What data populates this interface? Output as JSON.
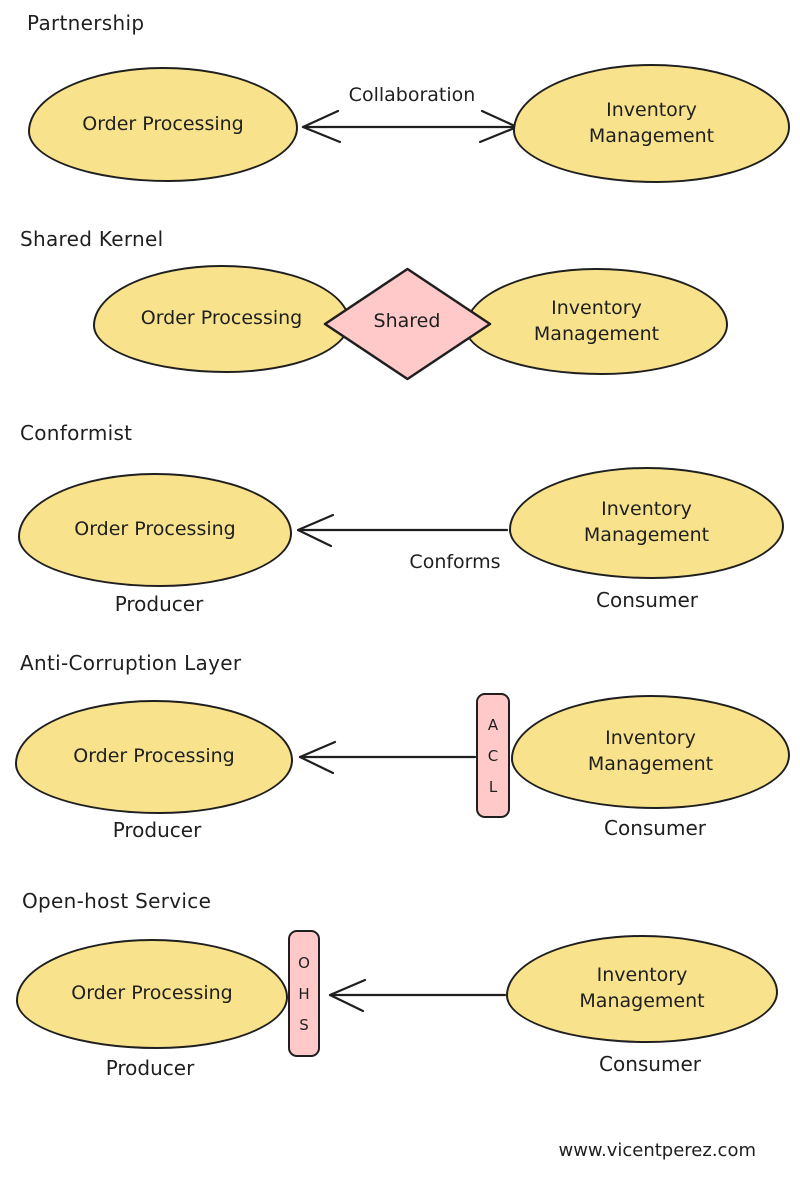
{
  "diagram": {
    "footer": "www.vicentperez.com"
  },
  "colors": {
    "context_fill": "#F8E38C",
    "gateway_fill": "#FFC9C9",
    "stroke": "#1F1F1F",
    "background": "#FFFFFF"
  },
  "sections": [
    {
      "title": "Partnership",
      "left": {
        "label": "Order Processing"
      },
      "right": {
        "label": "Inventory Management"
      },
      "relation": {
        "label": "Collaboration",
        "type": "bidirectional-arrow"
      }
    },
    {
      "title": "Shared Kernel",
      "left": {
        "label": "Order Processing"
      },
      "right": {
        "label": "Inventory Management"
      },
      "shared": {
        "label": "Shared",
        "shape": "diamond"
      }
    },
    {
      "title": "Conformist",
      "left": {
        "label": "Order Processing",
        "role": "Producer"
      },
      "right": {
        "label": "Inventory Management",
        "role": "Consumer"
      },
      "relation": {
        "label": "Conforms",
        "type": "arrow-pointing-left"
      }
    },
    {
      "title": "Anti-Corruption Layer",
      "left": {
        "label": "Order Processing",
        "role": "Producer"
      },
      "right": {
        "label": "Inventory Management",
        "role": "Consumer"
      },
      "gateway": {
        "letters": [
          "A",
          "C",
          "L"
        ]
      },
      "relation": {
        "type": "arrow-pointing-left"
      }
    },
    {
      "title": "Open-host Service",
      "left": {
        "label": "Order Processing",
        "role": "Producer"
      },
      "right": {
        "label": "Inventory Management",
        "role": "Consumer"
      },
      "gateway": {
        "letters": [
          "O",
          "H",
          "S"
        ]
      },
      "relation": {
        "type": "arrow-pointing-left"
      }
    }
  ]
}
